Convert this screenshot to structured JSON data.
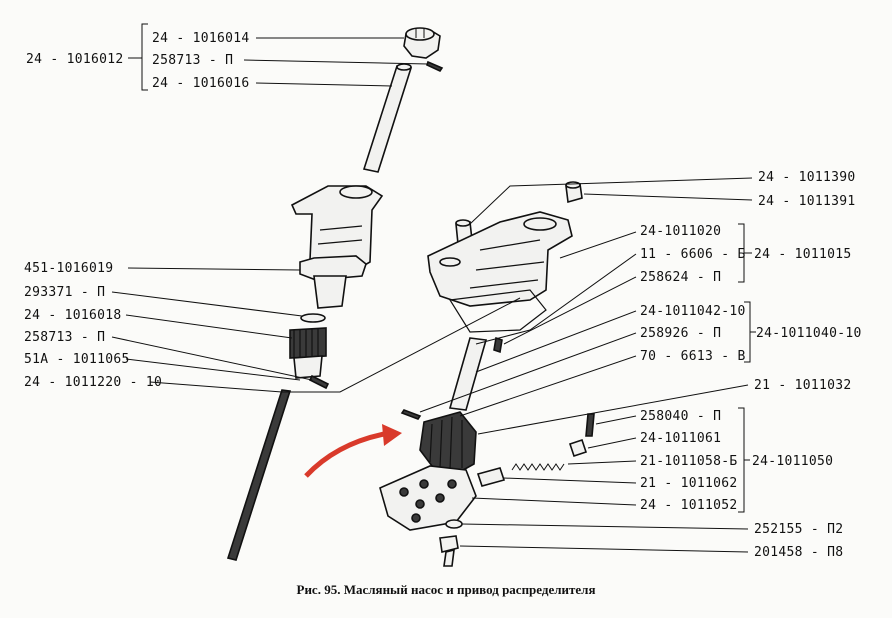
{
  "caption": "Рис. 95. Масляный насос и привод распределителя",
  "arrow_color": "#d93a2b",
  "labels": {
    "l1": "24 - 1016012",
    "l2": "24 - 1016014",
    "l3": "258713 - П",
    "l4": "24 - 1016016",
    "l5": "451-1016019",
    "l6": "293371 - П",
    "l7": "24 - 1016018",
    "l8": "258713 - П",
    "l9": "51А - 1011065",
    "l10": "24 - 1011220 - 10",
    "r1": "24 - 1011390",
    "r2": "24 - 1011391",
    "r3": "24-1011020",
    "r4": "11 - 6606 - Б",
    "r5": "258624 - П",
    "r6": "24 - 1011015",
    "r7": "24-1011042-10",
    "r8": "258926 - П",
    "r9": "70 - 6613 - В",
    "r10": "24-1011040-10",
    "r11": "21 - 1011032",
    "r12": "258040 - П",
    "r13": "24-1011061",
    "r14": "21-1011058-Б",
    "r15": "24-1011050",
    "r16": "21 - 1011062",
    "r17": "24 - 1011052",
    "r18": "252155 - П2",
    "r19": "201458 - П8"
  }
}
